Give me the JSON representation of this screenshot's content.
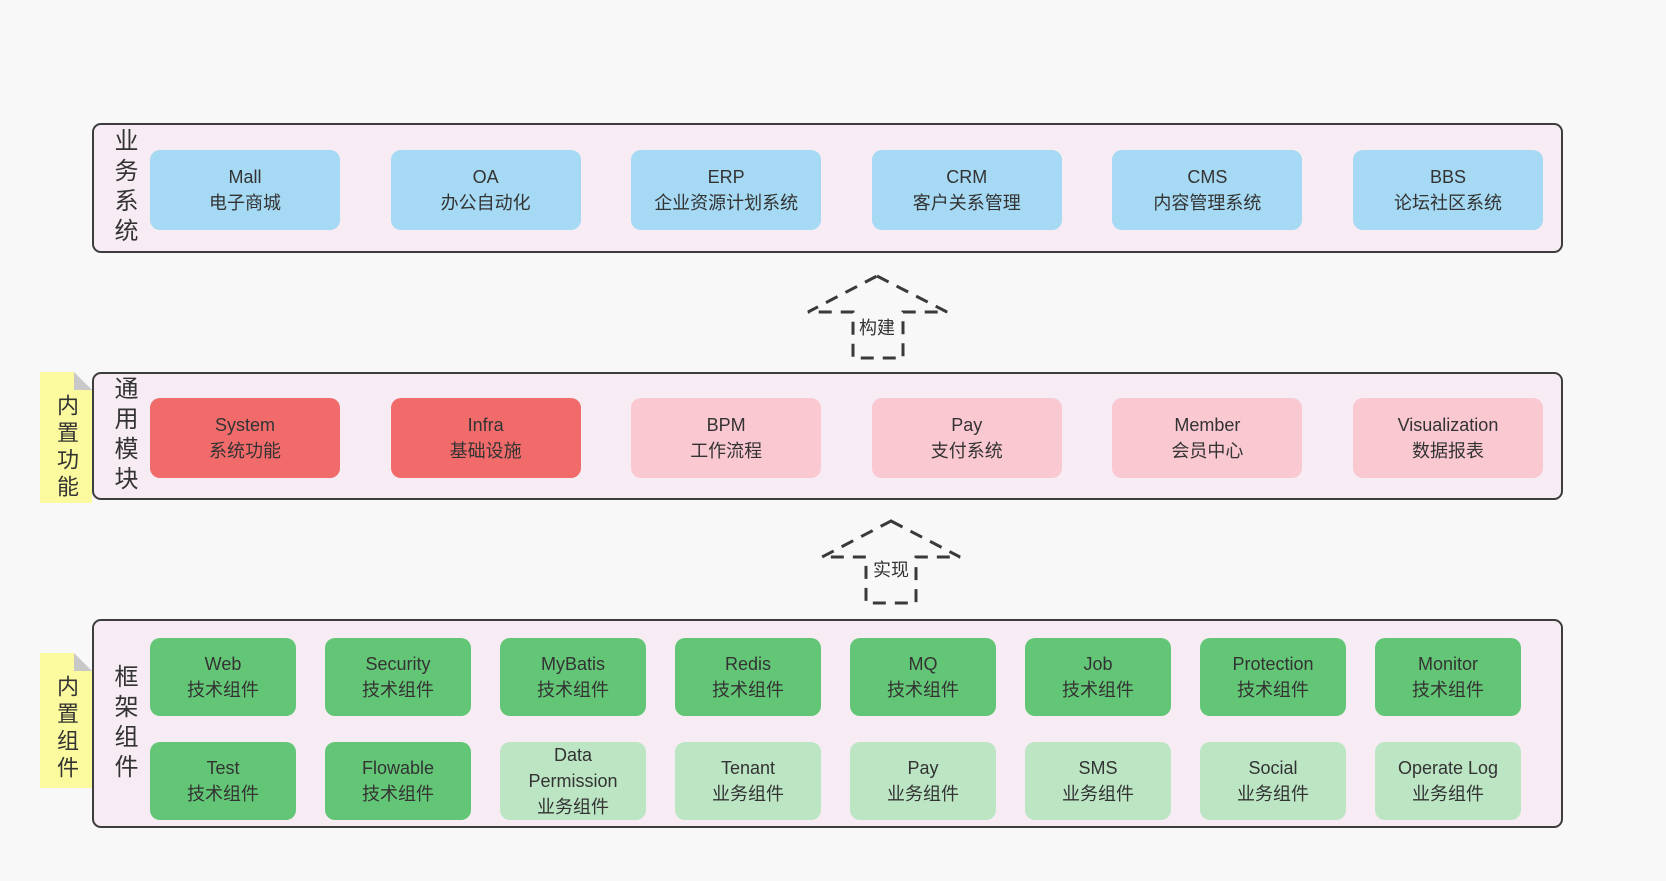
{
  "colors": {
    "page_bg": "#f8f8f8",
    "band_bg": "#f7ecf4",
    "band_border": "#3d3d3d",
    "blue": "#a6d9f3",
    "red": "#f16b6b",
    "pink": "#f9c8d1",
    "green": "#63c676",
    "green_light": "#bce5c4",
    "sticky_yellow": "#fbfa9e",
    "sticky_fold": "#c8c8c8",
    "text": "#333333"
  },
  "arrows": [
    {
      "label": "构建"
    },
    {
      "label": "实现"
    }
  ],
  "notes": [
    {
      "label": "内置功能"
    },
    {
      "label": "内置组件"
    }
  ],
  "bands": [
    {
      "label": "业务系统",
      "rows": [
        [
          {
            "name": "Mall",
            "subtitle": "电子商城",
            "variant": "blue"
          },
          {
            "name": "OA",
            "subtitle": "办公自动化",
            "variant": "blue"
          },
          {
            "name": "ERP",
            "subtitle": "企业资源计划系统",
            "variant": "blue"
          },
          {
            "name": "CRM",
            "subtitle": "客户关系管理",
            "variant": "blue"
          },
          {
            "name": "CMS",
            "subtitle": "内容管理系统",
            "variant": "blue"
          },
          {
            "name": "BBS",
            "subtitle": "论坛社区系统",
            "variant": "blue"
          }
        ]
      ]
    },
    {
      "label": "通用模块",
      "rows": [
        [
          {
            "name": "System",
            "subtitle": "系统功能",
            "variant": "red"
          },
          {
            "name": "Infra",
            "subtitle": "基础设施",
            "variant": "red"
          },
          {
            "name": "BPM",
            "subtitle": "工作流程",
            "variant": "pink"
          },
          {
            "name": "Pay",
            "subtitle": "支付系统",
            "variant": "pink"
          },
          {
            "name": "Member",
            "subtitle": "会员中心",
            "variant": "pink"
          },
          {
            "name": "Visualization",
            "subtitle": "数据报表",
            "variant": "pink"
          }
        ]
      ]
    },
    {
      "label": "框架组件",
      "rows": [
        [
          {
            "name": "Web",
            "subtitle": "技术组件",
            "variant": "green"
          },
          {
            "name": "Security",
            "subtitle": "技术组件",
            "variant": "green"
          },
          {
            "name": "MyBatis",
            "subtitle": "技术组件",
            "variant": "green"
          },
          {
            "name": "Redis",
            "subtitle": "技术组件",
            "variant": "green"
          },
          {
            "name": "MQ",
            "subtitle": "技术组件",
            "variant": "green"
          },
          {
            "name": "Job",
            "subtitle": "技术组件",
            "variant": "green"
          },
          {
            "name": "Protection",
            "subtitle": "技术组件",
            "variant": "green"
          },
          {
            "name": "Monitor",
            "subtitle": "技术组件",
            "variant": "green"
          }
        ],
        [
          {
            "name": "Test",
            "subtitle": "技术组件",
            "variant": "green"
          },
          {
            "name": "Flowable",
            "subtitle": "技术组件",
            "variant": "green"
          },
          {
            "name": "Data Permission",
            "subtitle": "业务组件",
            "variant": "glight"
          },
          {
            "name": "Tenant",
            "subtitle": "业务组件",
            "variant": "glight"
          },
          {
            "name": "Pay",
            "subtitle": "业务组件",
            "variant": "glight"
          },
          {
            "name": "SMS",
            "subtitle": "业务组件",
            "variant": "glight"
          },
          {
            "name": "Social",
            "subtitle": "业务组件",
            "variant": "glight"
          },
          {
            "name": "Operate Log",
            "subtitle": "业务组件",
            "variant": "glight"
          }
        ]
      ]
    }
  ]
}
